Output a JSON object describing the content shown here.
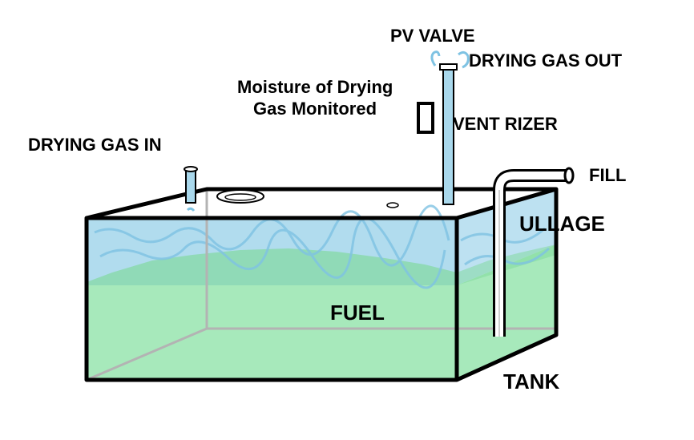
{
  "labels": {
    "pv_valve": "PV VALVE",
    "drying_gas_out": "DRYING GAS OUT",
    "moisture_line1": "Moisture of Drying",
    "moisture_line2": "Gas Monitored",
    "vent_rizer": "VENT RIZER",
    "drying_gas_in": "DRYING GAS IN",
    "fill": "FILL",
    "ullage": "ULLAGE",
    "fuel": "FUEL",
    "tank": "TANK"
  },
  "colors": {
    "fuel": "#a7e9bb",
    "ullage_gas": "#a9d8ec",
    "gas_swirl": "#7fc3e3",
    "outline": "#000000",
    "hidden_edge": "#b3b3b3"
  }
}
